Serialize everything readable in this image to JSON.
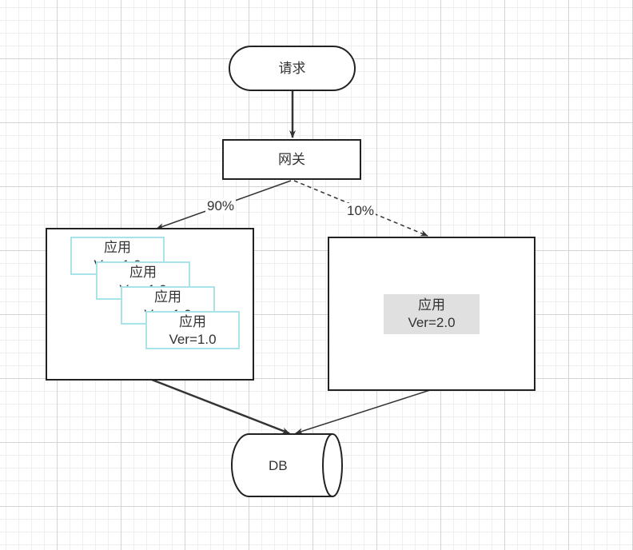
{
  "nodes": {
    "request": "请求",
    "gateway": "网关",
    "db": "DB"
  },
  "edges": {
    "to_v1": "90%",
    "to_v2": "10%"
  },
  "v1_cards": [
    {
      "name": "应用",
      "version": "Ver=1.0"
    },
    {
      "name": "应用",
      "version": "Ver=1.0"
    },
    {
      "name": "应用",
      "version": "Ver=1.0"
    },
    {
      "name": "应用",
      "version": "Ver=1.0"
    }
  ],
  "v2_app": {
    "name": "应用",
    "version": "Ver=2.0"
  },
  "colors": {
    "stroke": "#222222",
    "card_border": "#a8e3ea",
    "v2_fill": "#e0e0e0"
  }
}
